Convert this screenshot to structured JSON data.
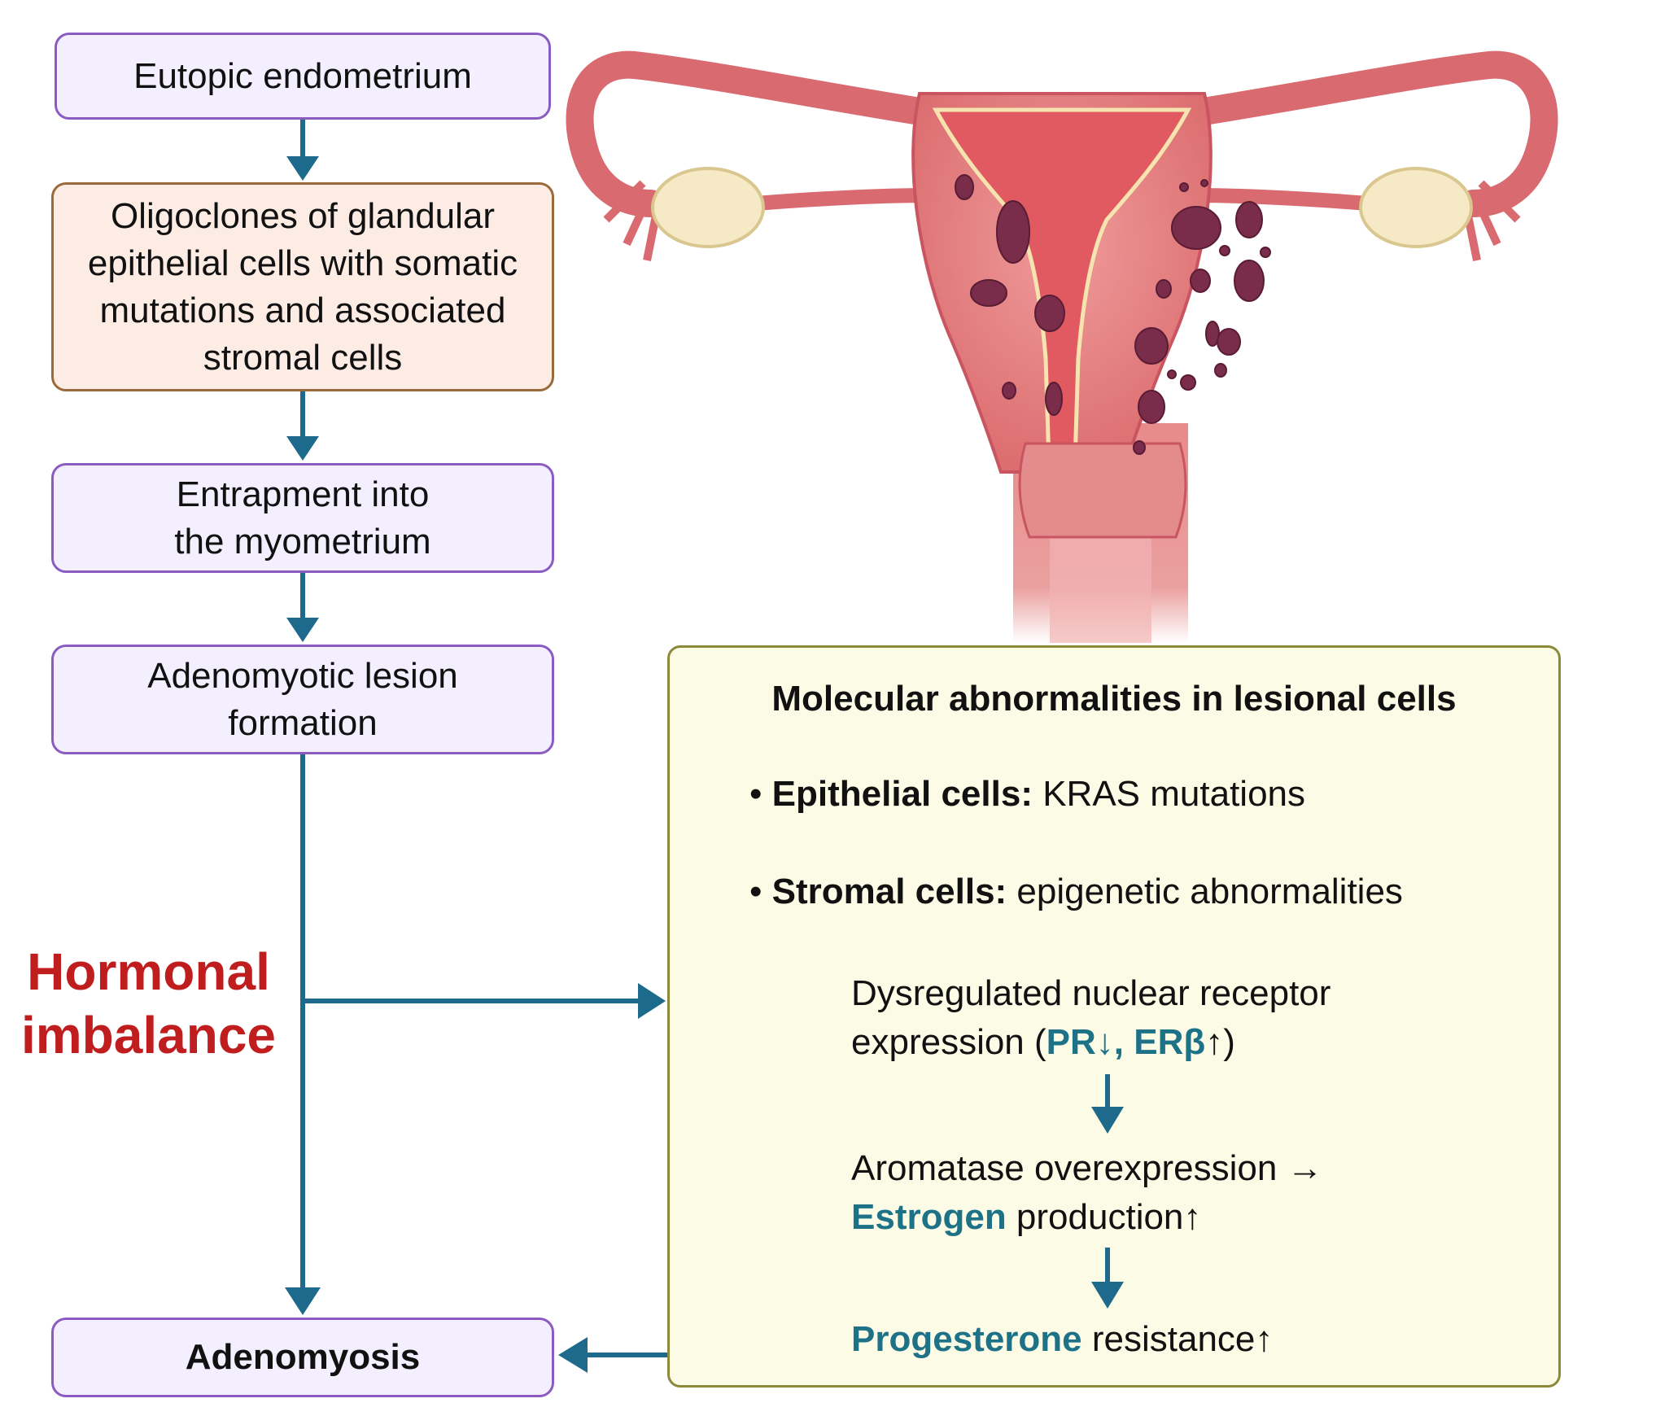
{
  "flow": {
    "step1": "Eutopic endometrium",
    "step2_lines": [
      "Oligoclones of glandular",
      "epithelial cells with somatic",
      "mutations and associated",
      "stromal cells"
    ],
    "step3_lines": [
      "Entrapment into",
      "the myometrium"
    ],
    "step4_lines": [
      "Adenomyotic lesion",
      "formation"
    ],
    "outcome": "Adenomyosis"
  },
  "hormonal_lines": [
    "Hormonal",
    "imbalance"
  ],
  "panel": {
    "title": "Molecular abnormalities in lesional cells",
    "bullet1_marker": "• ",
    "bullet1_label": "Epithelial cells:",
    "bullet1_text": " KRAS mutations",
    "bullet2_marker": "• ",
    "bullet2_label": "Stromal cells:",
    "bullet2_text": " epigenetic abnormalities",
    "step1_line1": "Dysregulated nuclear receptor",
    "step1_line2_pre": "expression (",
    "step1_line2_highlight": "PR↓, ERβ",
    "step1_line2_post": "↑)",
    "step2_line1": "Aromatase overexpression →",
    "step2_line2_highlight": "Estrogen",
    "step2_line2_post": " production↑",
    "step3_highlight": "Progesterone",
    "step3_post": " resistance↑"
  },
  "colors": {
    "arrow": "#1e6a8c",
    "box_border": "#8a5cc2",
    "box_fill": "#f3efff",
    "orange_border": "#9a6a3a",
    "orange_fill": "#fcece4",
    "panel_border": "#8c8a3a",
    "panel_fill": "#fbfbe6",
    "hormonal": "#c01e1e",
    "teal": "#1e7288"
  }
}
